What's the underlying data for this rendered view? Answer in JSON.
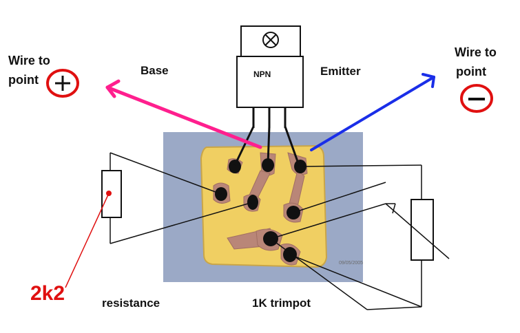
{
  "labels": {
    "wire_plus_line1": "Wire to",
    "wire_plus_line2": "point",
    "plus_symbol": "+",
    "wire_minus_line1": "Wire to",
    "wire_minus_line2": "point",
    "minus_symbol": "−",
    "base": "Base",
    "emitter": "Emitter",
    "transistor_type": "NPN",
    "resistance": "resistance",
    "resistor_value": "2k2",
    "trimpot": "1K trimpot"
  },
  "colors": {
    "base_arrow": "#ff1f8e",
    "emitter_arrow": "#1a2ee8",
    "polarity_circles": "#e01010",
    "resistor_value": "#e01010",
    "pcb_substrate": "#f2d36b",
    "copper_pads": "#b07a6e",
    "photo_background": "#9aa8c4"
  }
}
